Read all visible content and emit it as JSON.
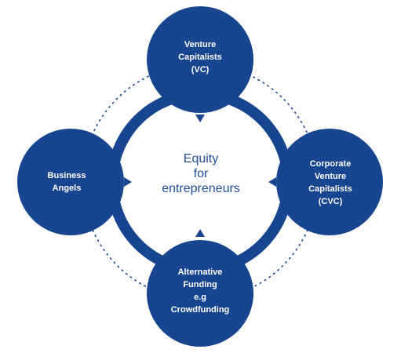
{
  "colors": {
    "primary": "#17458f",
    "center_text": "#1e4e97",
    "dots": "#17458f",
    "node_text": "#ffffff"
  },
  "center": {
    "lines": [
      "Equity",
      "for",
      "entrepreneurs"
    ]
  },
  "nodes": {
    "top": {
      "lines": [
        "Venture",
        "Capitalists",
        "(VC)"
      ]
    },
    "left": {
      "lines": [
        "Business",
        "Angels"
      ]
    },
    "right": {
      "lines": [
        "Corporate",
        "Venture",
        "Capitalists",
        "(CVC)"
      ]
    },
    "bottom": {
      "lines": [
        "Alternative",
        "Funding",
        "e.g",
        "Crowdfunding"
      ]
    }
  }
}
